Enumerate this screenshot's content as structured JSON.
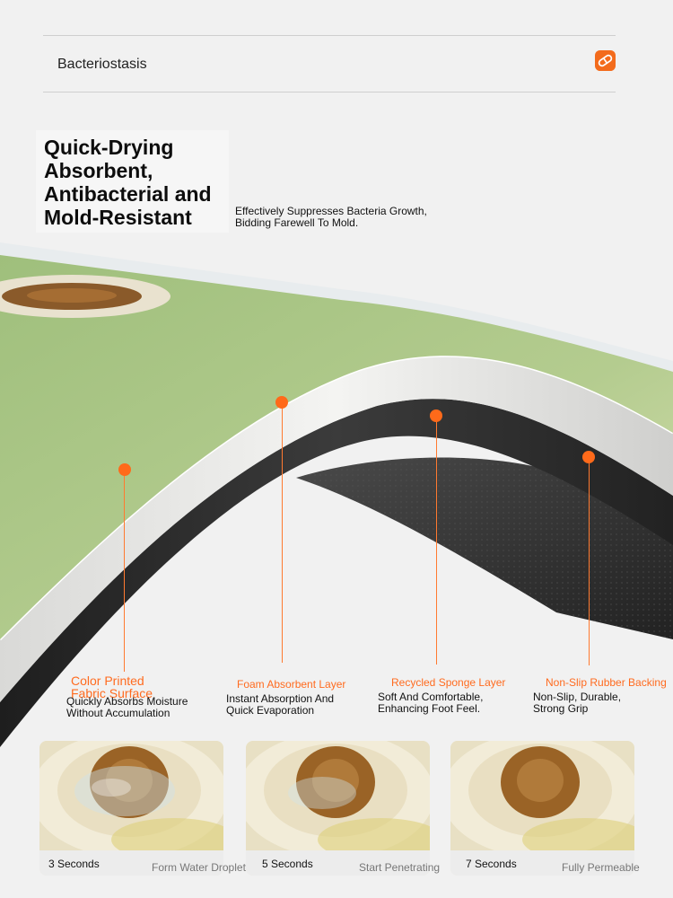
{
  "topbar": {
    "label": "Bacteriostasis",
    "icon": "capsule-icon",
    "accent": "#f36b1c"
  },
  "headline": {
    "lines": [
      "Quick-Drying",
      "Absorbent,",
      "Antibacterial and",
      "Mold-Resistant"
    ]
  },
  "subhead": {
    "lines": [
      "Effectively Suppresses Bacteria Growth,",
      "Bidding Farewell To Mold."
    ]
  },
  "colors": {
    "accent": "#ff6b1f",
    "fabric": "#a9c584",
    "foam": "#e6e6e4",
    "sponge": "#2a2a2a",
    "backing": "#3a3a3a"
  },
  "layers": [
    {
      "title": [
        "Color Printed",
        "Fabric Surface"
      ],
      "desc": [
        "Quickly Absorbs Moisture",
        "Without Accumulation"
      ]
    },
    {
      "title": [
        "Foam Absorbent Layer"
      ],
      "desc": [
        "Instant Absorption And",
        "Quick Evaporation"
      ]
    },
    {
      "title": [
        "Recycled Sponge Layer"
      ],
      "desc": [
        "Soft And Comfortable,",
        "Enhancing Foot Feel."
      ]
    },
    {
      "title": [
        "Non-Slip Rubber Backing"
      ],
      "desc": [
        "Non-Slip, Durable,",
        "Strong Grip"
      ]
    }
  ],
  "stages": [
    {
      "time": "3 Seconds",
      "caption": "Form Water Droplets"
    },
    {
      "time": "5 Seconds",
      "caption": "Start Penetrating"
    },
    {
      "time": "7 Seconds",
      "caption": "Fully Permeable"
    }
  ]
}
